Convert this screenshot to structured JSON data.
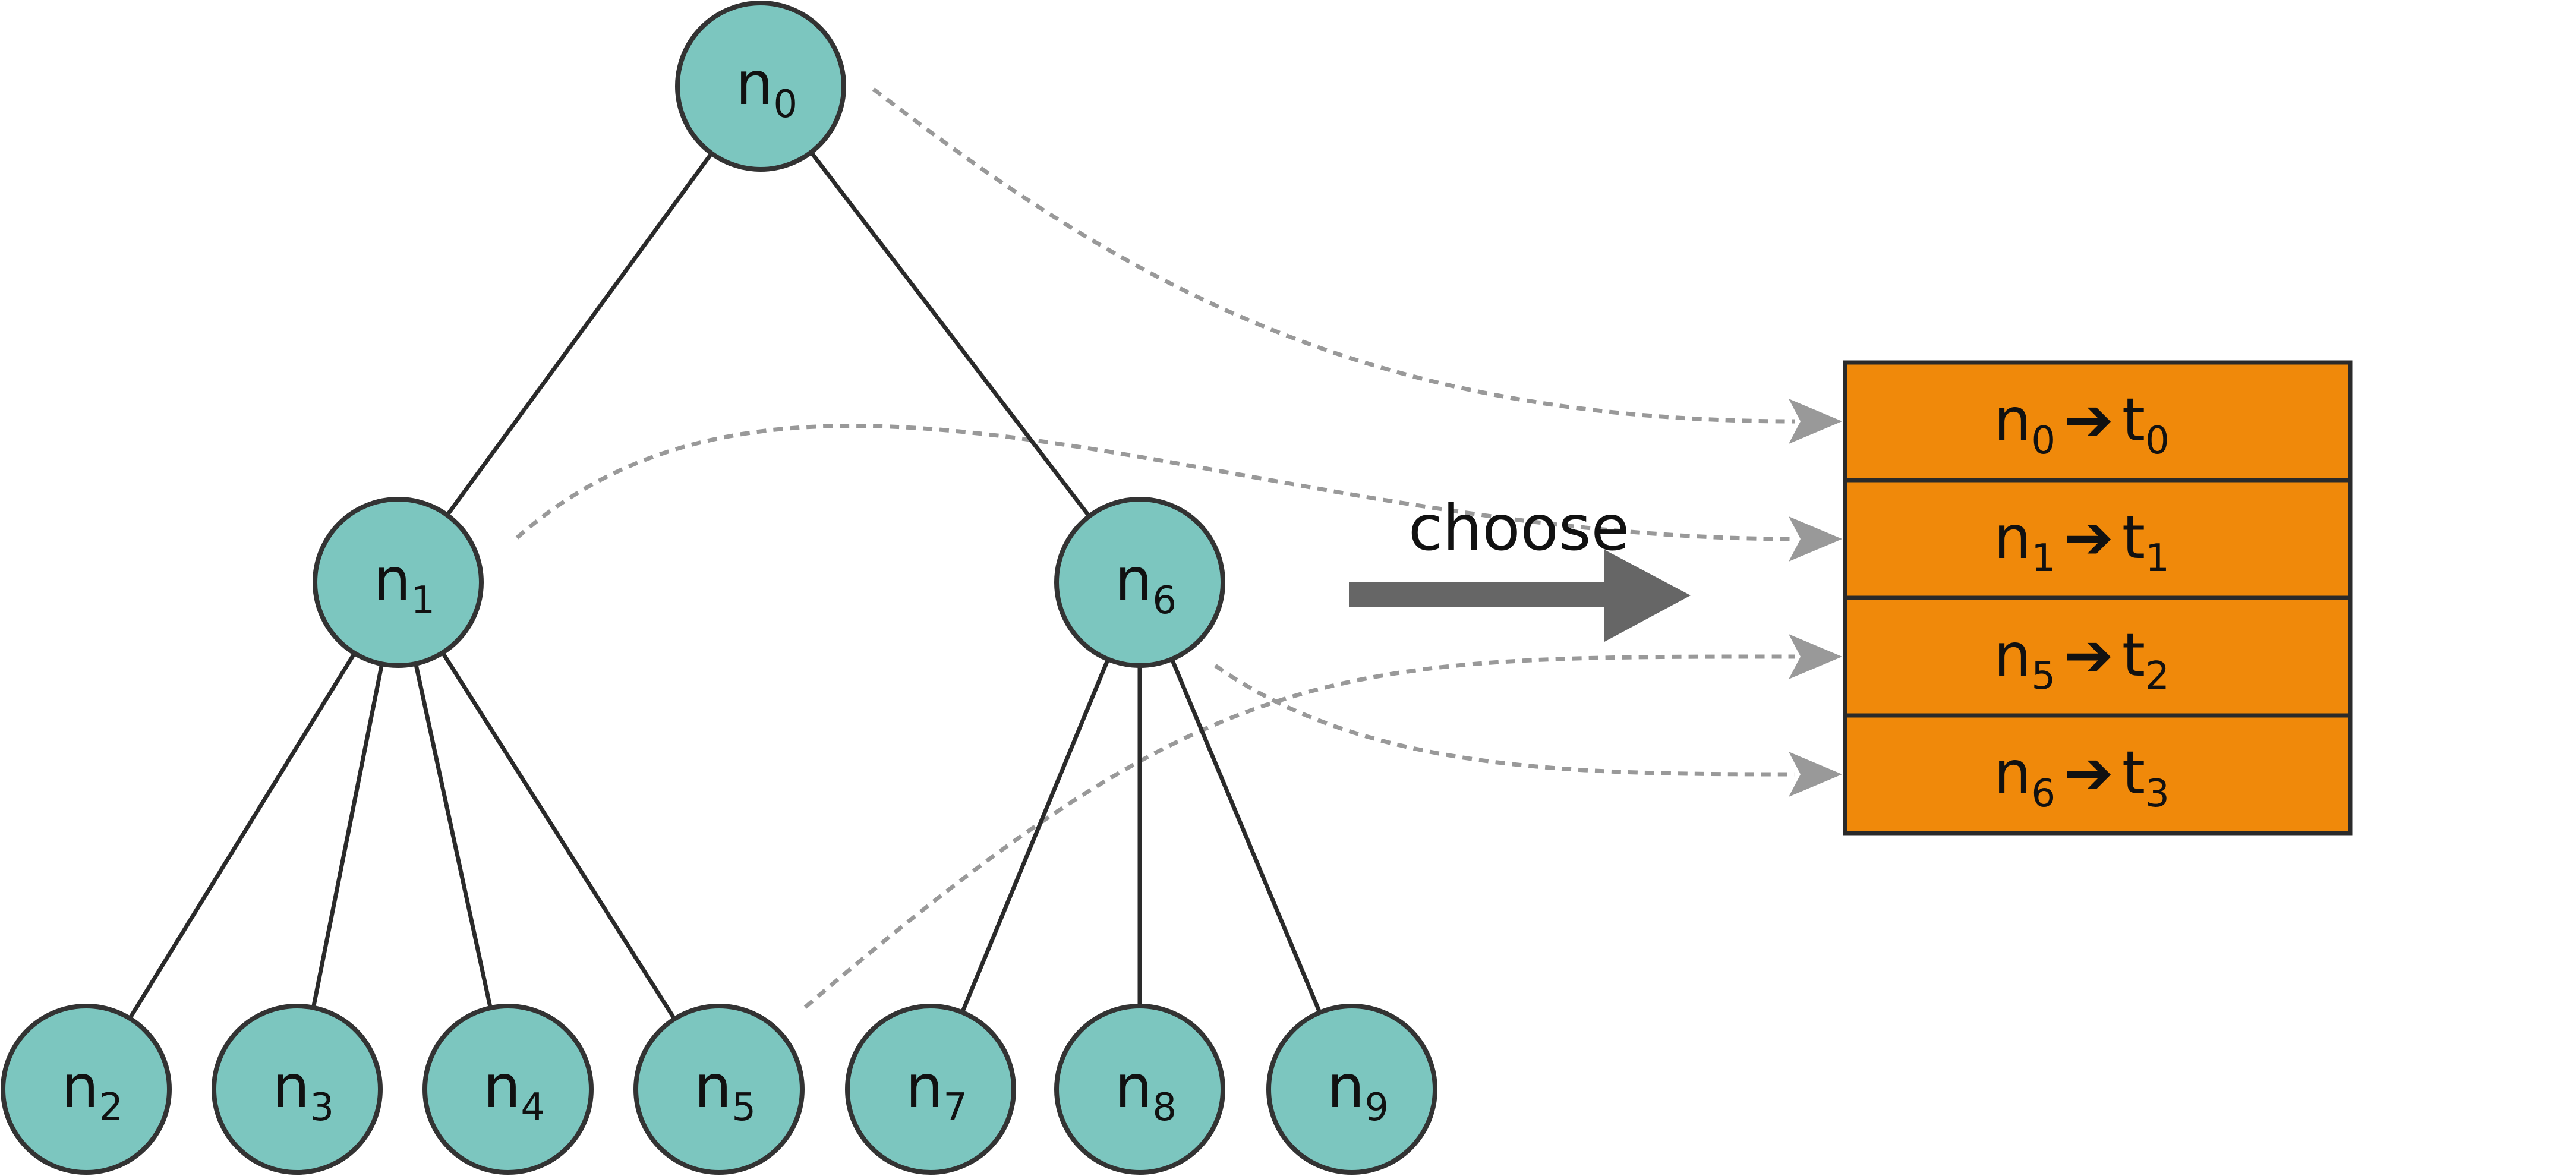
{
  "nodes": [
    {
      "id": "n0",
      "base": "n",
      "sub": "0"
    },
    {
      "id": "n1",
      "base": "n",
      "sub": "1"
    },
    {
      "id": "n6",
      "base": "n",
      "sub": "6"
    },
    {
      "id": "n2",
      "base": "n",
      "sub": "2"
    },
    {
      "id": "n3",
      "base": "n",
      "sub": "3"
    },
    {
      "id": "n4",
      "base": "n",
      "sub": "4"
    },
    {
      "id": "n5",
      "base": "n",
      "sub": "5"
    },
    {
      "id": "n7",
      "base": "n",
      "sub": "7"
    },
    {
      "id": "n8",
      "base": "n",
      "sub": "8"
    },
    {
      "id": "n9",
      "base": "n",
      "sub": "9"
    }
  ],
  "edges": [
    [
      "n0",
      "n1"
    ],
    [
      "n0",
      "n6"
    ],
    [
      "n1",
      "n2"
    ],
    [
      "n1",
      "n3"
    ],
    [
      "n1",
      "n4"
    ],
    [
      "n1",
      "n5"
    ],
    [
      "n6",
      "n7"
    ],
    [
      "n6",
      "n8"
    ],
    [
      "n6",
      "n9"
    ]
  ],
  "choose_label": "choose",
  "table_rows": [
    {
      "node_base": "n",
      "node_sub": "0",
      "arrow": "➔",
      "task_base": "t",
      "task_sub": "0",
      "from_node": "n0"
    },
    {
      "node_base": "n",
      "node_sub": "1",
      "arrow": "➔",
      "task_base": "t",
      "task_sub": "1",
      "from_node": "n1"
    },
    {
      "node_base": "n",
      "node_sub": "5",
      "arrow": "➔",
      "task_base": "t",
      "task_sub": "2",
      "from_node": "n5"
    },
    {
      "node_base": "n",
      "node_sub": "6",
      "arrow": "➔",
      "task_base": "t",
      "task_sub": "3",
      "from_node": "n6"
    }
  ],
  "colors": {
    "node_fill": "#7cc6bf",
    "table_fill": "#f0890a",
    "dotted": "#999999",
    "choose_arrow": "#666666"
  }
}
